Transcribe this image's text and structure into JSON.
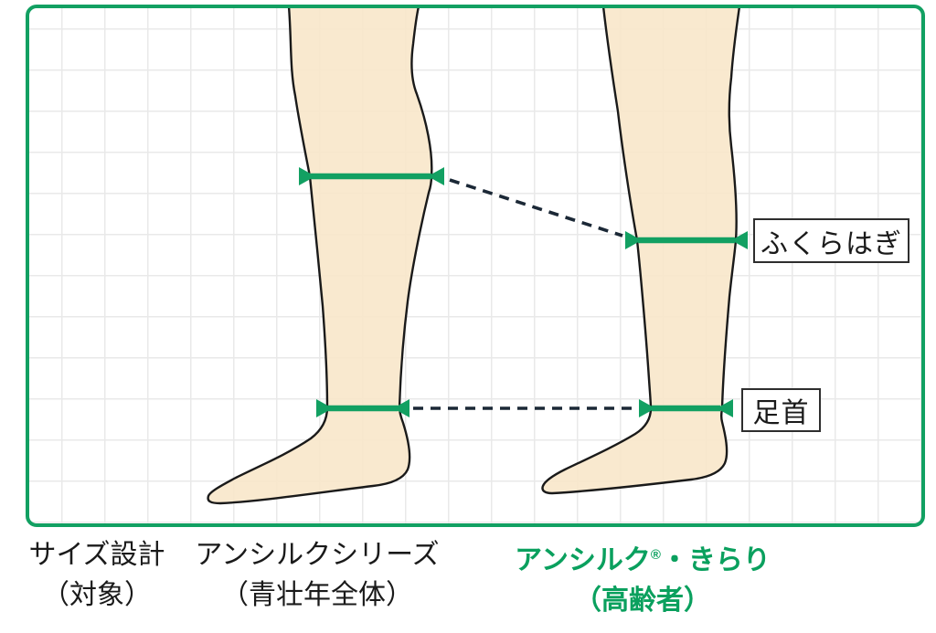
{
  "colors": {
    "accent_green": "#12A062",
    "heading_green": "#0AA05E",
    "grid_line": "#E9E9E9",
    "leg_fill": "#F8E6C8",
    "leg_outline": "#1A1A1A",
    "dash_line": "#1B2836",
    "callout_border": "#2E2E2E"
  },
  "callouts": {
    "calf": "ふくらはぎ",
    "ankle": "足首"
  },
  "captions": {
    "size_design": {
      "line1": "サイズ設計",
      "line2": "（対象）"
    },
    "anshilk_series": {
      "line1": "アンシルクシリーズ",
      "line2": "（青壮年全体）"
    },
    "anshilk_kirari": {
      "name": "アンシルク",
      "reg_mark": "®",
      "name_suffix": "・きらり",
      "line2": "（高齢者）"
    }
  }
}
